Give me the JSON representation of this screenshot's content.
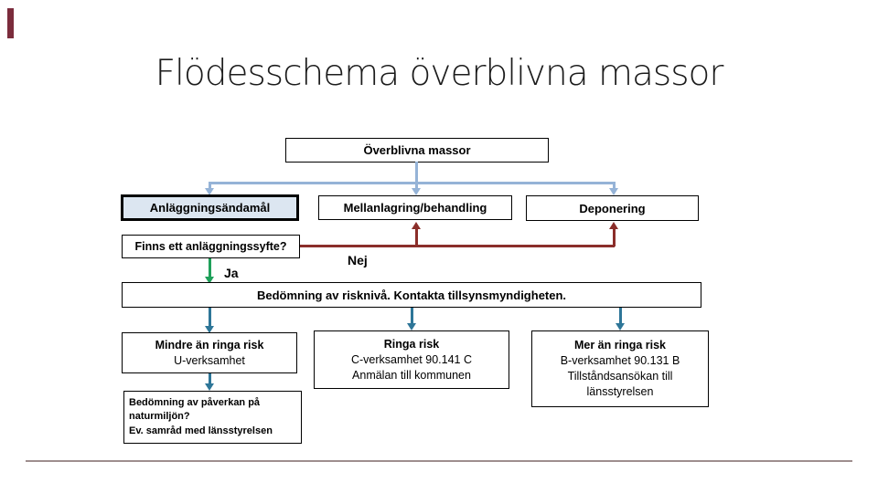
{
  "slide": {
    "title": "Flödesschema överblivna massor"
  },
  "flowchart": {
    "top_box": {
      "label": "Överblivna massor"
    },
    "branch_boxes": [
      {
        "label": "Anläggningsändamål",
        "highlighted": true
      },
      {
        "label": "Mellanlagring/behandling",
        "highlighted": false
      },
      {
        "label": "Deponering",
        "highlighted": false
      }
    ],
    "question_box": {
      "label": "Finns ett anläggningssyfte?"
    },
    "yes_label": "Ja",
    "no_label": "Nej",
    "assessment_box": {
      "label": "Bedömning av risknivå. Kontakta tillsynsmyndigheten."
    },
    "risk_boxes": [
      {
        "lines": [
          "Mindre än ringa risk",
          "U-verksamhet"
        ]
      },
      {
        "lines": [
          "Ringa risk",
          "C-verksamhet 90.141 C",
          "Anmälan till kommunen"
        ]
      },
      {
        "lines": [
          "Mer än ringa risk",
          "B-verksamhet 90.131 B",
          "Tillståndsansökan till",
          "länsstyrelsen"
        ]
      }
    ],
    "nature_box": {
      "lines": [
        "Bedömning av påverkan på",
        "naturmiljön?",
        "Ev. samråd med länsstyrelsen"
      ]
    }
  },
  "colors": {
    "connector_blue": "#95b3d7",
    "connector_red": "#8b2e2a",
    "connector_green": "#1fa05a",
    "connector_teal": "#2e7698",
    "highlight_fill": "#dce6f1",
    "accent_maroon": "#7b2c3c",
    "footer_line": "#9e8e8e"
  }
}
